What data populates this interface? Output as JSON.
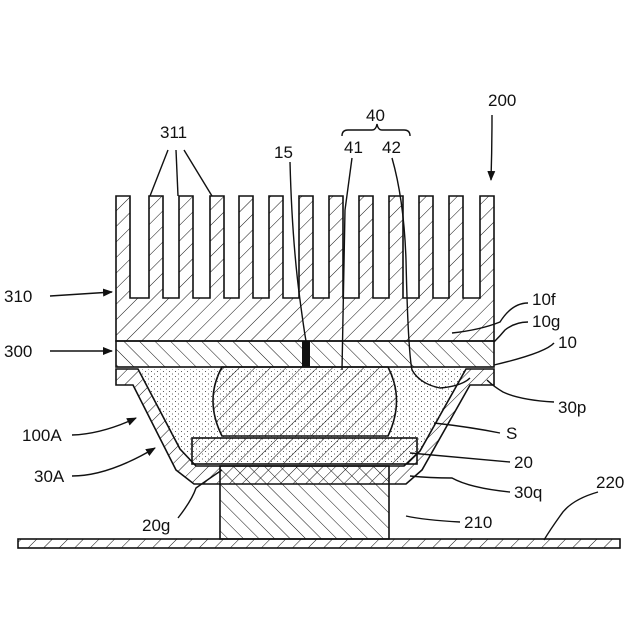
{
  "labels": {
    "l200": "200",
    "l40": "40",
    "l41": "41",
    "l42": "42",
    "l311": "311",
    "l15": "15",
    "l310": "310",
    "l10f": "10f",
    "l10g": "10g",
    "l300": "300",
    "l10": "10",
    "l30p": "30p",
    "l100A": "100A",
    "lS": "S",
    "l30A": "30A",
    "l20": "20",
    "l30q": "30q",
    "l20g": "20g",
    "l210": "210",
    "l220": "220"
  }
}
